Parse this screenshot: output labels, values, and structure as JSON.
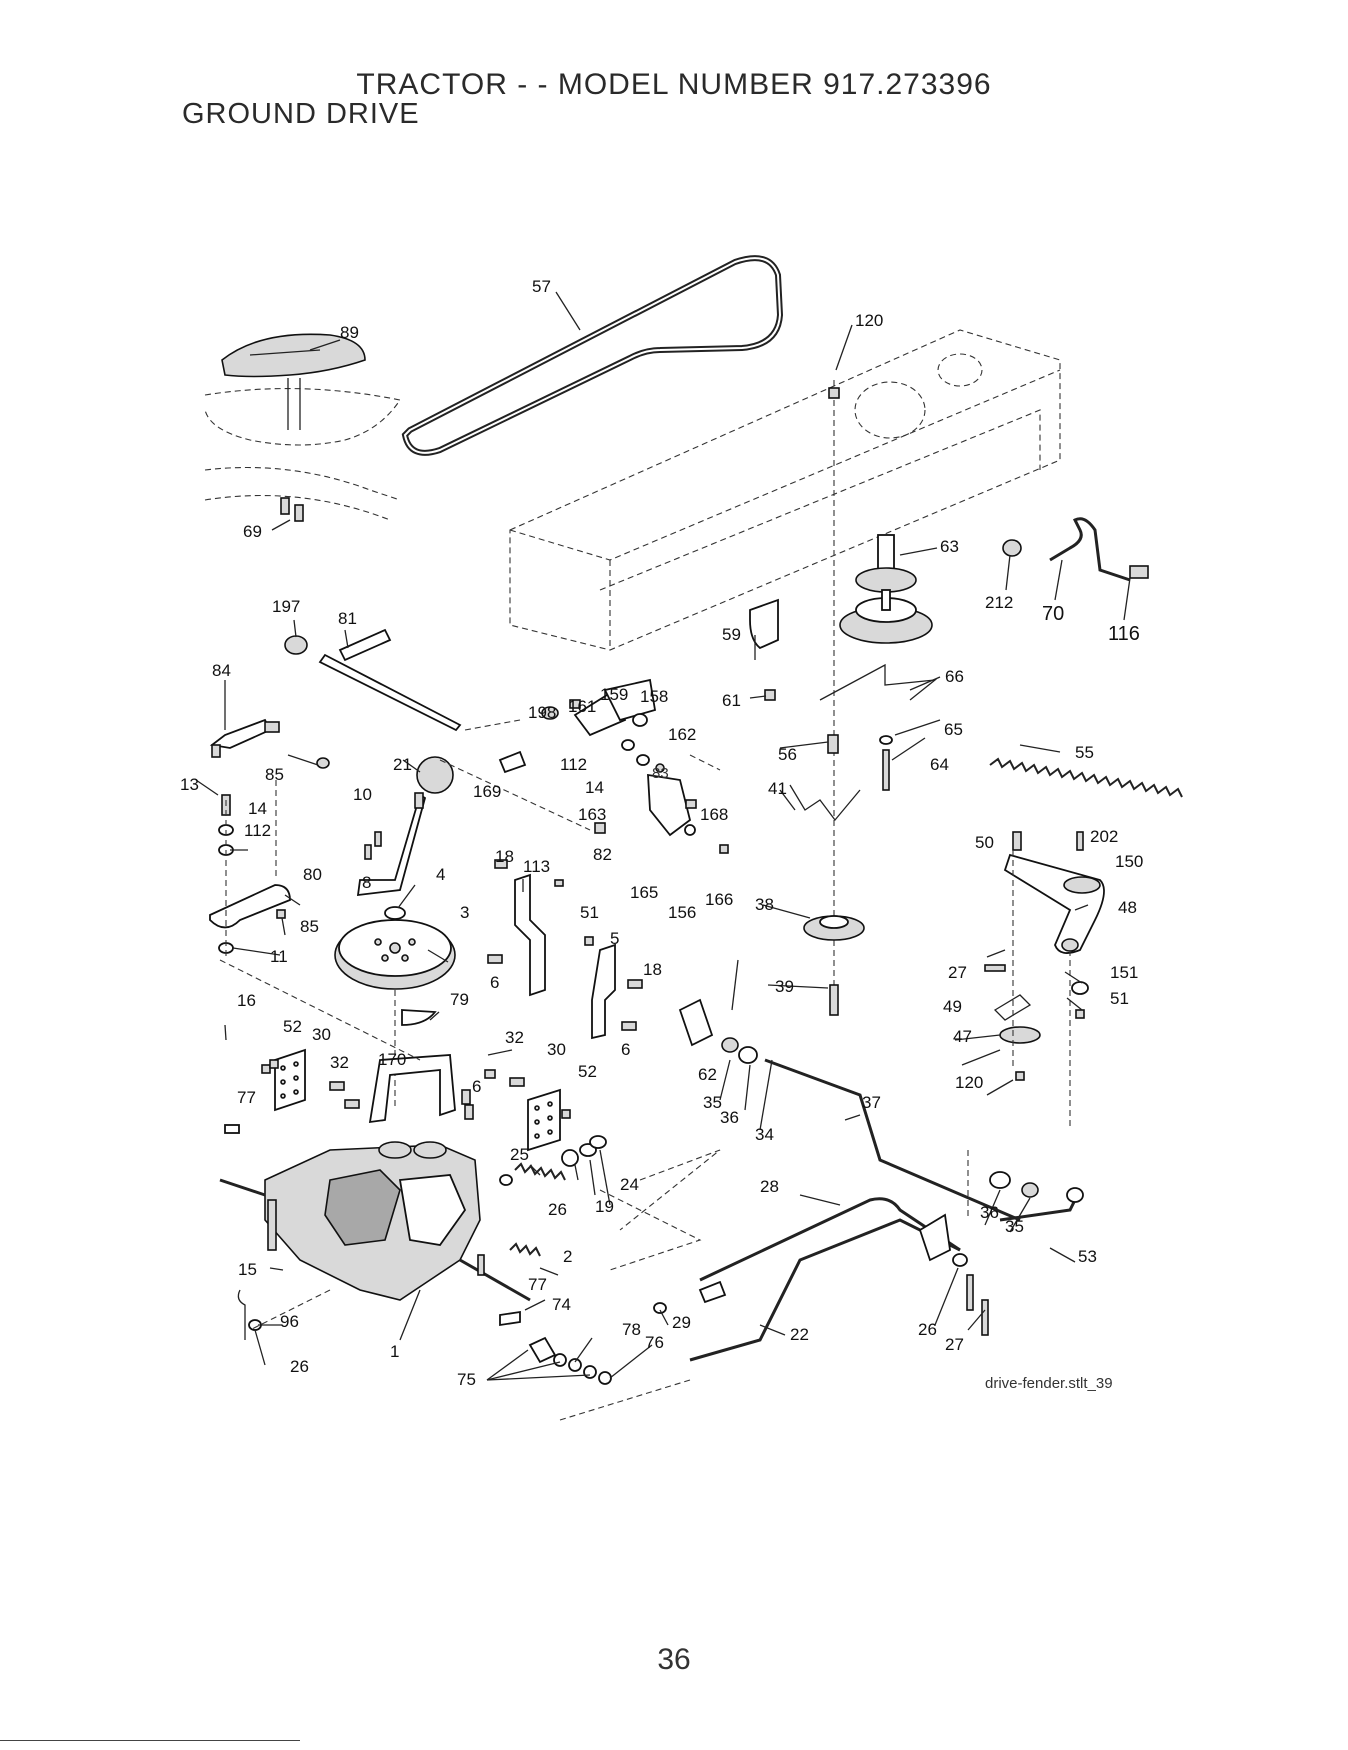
{
  "header": {
    "title": "TRACTOR - - MODEL NUMBER  917.273396",
    "subtitle": "GROUND DRIVE"
  },
  "diagram": {
    "reference": "drive-fender.stlt_39",
    "labels": {
      "l57": "57",
      "l89": "89",
      "l120a": "120",
      "l69": "69",
      "l63": "63",
      "l212": "212",
      "l70": "70",
      "l116": "116",
      "l197": "197",
      "l81": "81",
      "l84": "84",
      "l59": "59",
      "l66": "66",
      "l61": "61",
      "l159": "159",
      "l158": "158",
      "l198": "198",
      "l161": "161",
      "l162": "162",
      "l65": "65",
      "l55": "55",
      "l56": "56",
      "l64": "64",
      "l85a": "85",
      "l21": "21",
      "l169": "169",
      "l112a": "112",
      "l14a": "14",
      "l83": "83",
      "l41": "41",
      "l13": "13",
      "l14b": "14",
      "l10": "10",
      "l163": "163",
      "l168": "168",
      "l112b": "112",
      "l202": "202",
      "l50": "50",
      "l150": "150",
      "l80": "80",
      "l8": "8",
      "l18a": "18",
      "l113": "113",
      "l82": "82",
      "l4": "4",
      "l165": "165",
      "l166": "166",
      "l156": "156",
      "l38": "38",
      "l48": "48",
      "l85b": "85",
      "l3": "3",
      "l51a": "51",
      "l11": "11",
      "l5": "5",
      "l18b": "18",
      "l6a": "6",
      "l39": "39",
      "l27a": "27",
      "l151": "151",
      "l51b": "51",
      "l79": "79",
      "l16": "16",
      "l49": "49",
      "l47": "47",
      "l52a": "52",
      "l30a": "30",
      "l32a": "32",
      "l30b": "30",
      "l6b": "6",
      "l170": "170",
      "l32b": "32",
      "l62": "62",
      "l120b": "120",
      "l52b": "52",
      "l77a": "77",
      "l35a": "35",
      "l36a": "36",
      "l37": "37",
      "l6c": "6",
      "l34": "34",
      "l25": "25",
      "l24": "24",
      "l28": "28",
      "l19": "19",
      "l26a": "26",
      "l36b": "36",
      "l35b": "35",
      "l2": "2",
      "l53": "53",
      "l15": "15",
      "l77b": "77",
      "l74": "74",
      "l29": "29",
      "l96": "96",
      "l78": "78",
      "l76": "76",
      "l22": "22",
      "l26b": "26",
      "l1": "1",
      "l26c": "26",
      "l27b": "27",
      "l75": "75"
    }
  },
  "footer": {
    "page_number": "36"
  }
}
